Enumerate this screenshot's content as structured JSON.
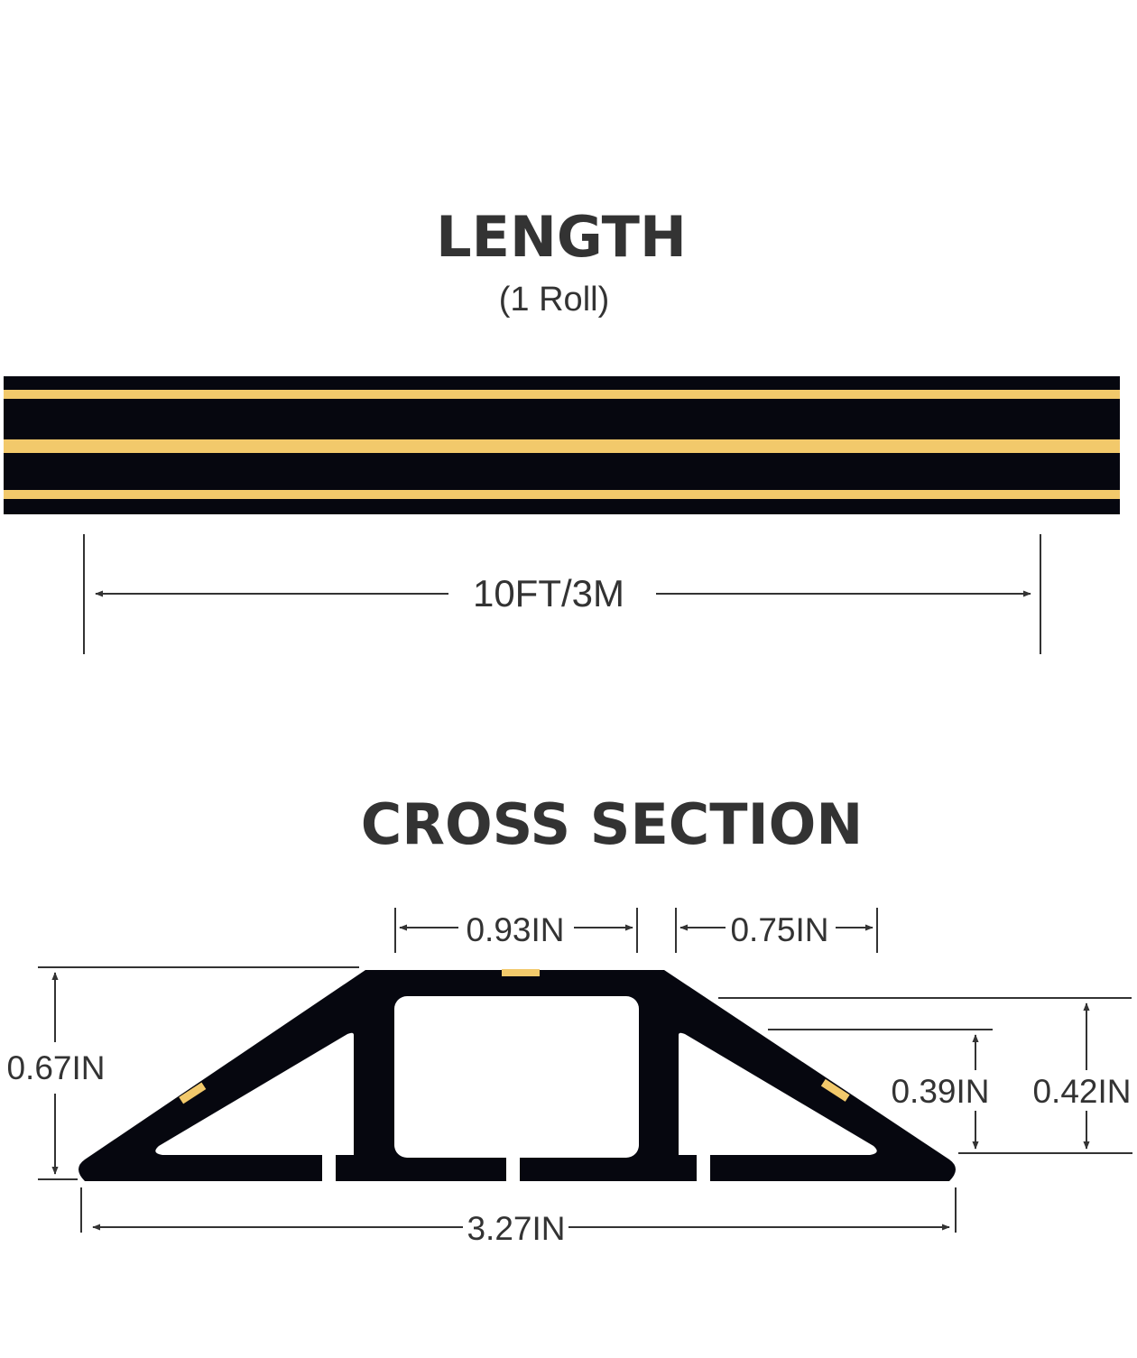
{
  "length_section": {
    "title": "LENGTH",
    "subtitle": "(1 Roll)",
    "length_label": "10FT/3M"
  },
  "cross_section": {
    "title": "CROSS SECTION",
    "channel_width_label": "0.93IN",
    "side_channel_width_label": "0.75IN",
    "total_height_label": "0.67IN",
    "inner_height_label": "0.39IN",
    "side_height_label": "0.42IN",
    "base_width_label": "3.27IN"
  },
  "colors": {
    "body": "#06070f",
    "stripe": "#f2c96b",
    "text": "#333333",
    "background": "#ffffff"
  }
}
